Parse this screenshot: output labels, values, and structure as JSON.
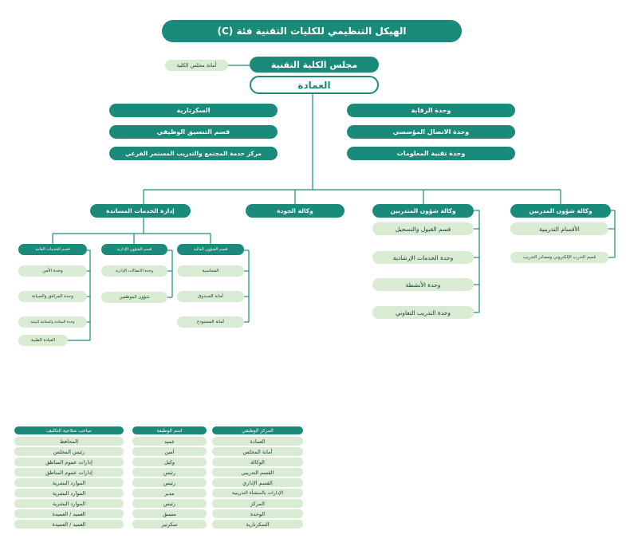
{
  "title": "الهيكل التنظيمي للكليات التقنية فئة (C)",
  "council": "مجلس الكلية التقنية",
  "council_secretariat": "أمانة مجلس الكلية",
  "deanship": "العمادة",
  "dean_units": [
    "وحدة الرقابة",
    "وحدة الاتصال المؤسسي",
    "وحدة تقنية المعلومات",
    "السكرتارية",
    "قسم التنسيق الوظيفي",
    "مركز خدمة المجتمع والتدريب المستمر الفرعي"
  ],
  "agencies": {
    "trainers": {
      "label": "وكالة شؤون المدربين",
      "items": [
        "الأقسام التدريبية",
        "قسم التدرب الإلكتروني ومصادر التدريب"
      ]
    },
    "trainees": {
      "label": "وكالة شؤون المتدربين",
      "items": [
        "قسم القبول والتسجيل",
        "وحدة الخدمات الإرشادية",
        "وحدة الأنشطة",
        "وحدة التدريب التعاوني"
      ]
    },
    "quality": {
      "label": "وكالة الجودة"
    },
    "support": {
      "label": "إدارة الخدمات المساندة",
      "financial": {
        "label": "قسم الشؤون المالية",
        "items": [
          "المحاسبة",
          "أمانة الصندوق",
          "أمانة المستودع"
        ]
      },
      "administrative": {
        "label": "قسم الشؤون الإدارية",
        "items": [
          "وحدة الاتصالات الإدارية",
          "شؤون الموظفين"
        ]
      },
      "general": {
        "label": "قسم الخدمات العامة",
        "items": [
          "وحدة الأمن",
          "وحدة المرافق والصيانة",
          "وحدة السلامة والسلامة البيئية",
          "العيادة الطبية"
        ]
      }
    }
  },
  "table": {
    "headers": {
      "center": "المركز الوظيفي",
      "title": "اسم الوظيفة",
      "authority": "صاحب صلاحية التكليف"
    },
    "rows": [
      {
        "center": "العمادة",
        "title": "عميد",
        "authority": "المحافظ"
      },
      {
        "center": "أمانة المجلس",
        "title": "أمين",
        "authority": "رئيس المجلس"
      },
      {
        "center": "الوكالة",
        "title": "وكيل",
        "authority": "إدارات عموم المناطق"
      },
      {
        "center": "القسم التدريبي",
        "title": "رئيس",
        "authority": "إدارات عموم المناطق"
      },
      {
        "center": "القسم الإداري",
        "title": "رئيس",
        "authority": "الموارد البشرية"
      },
      {
        "center": "الإدارات بالمنشأة التدريبية",
        "title": "مدير",
        "authority": "الموارد البشرية"
      },
      {
        "center": "المركز",
        "title": "رئيس",
        "authority": "الموارد البشرية"
      },
      {
        "center": "الوحدة",
        "title": "منسق",
        "authority": "العميد / العميدة"
      },
      {
        "center": "السكرتارية",
        "title": "سكرتير",
        "authority": "العميد / العميدة"
      }
    ]
  }
}
